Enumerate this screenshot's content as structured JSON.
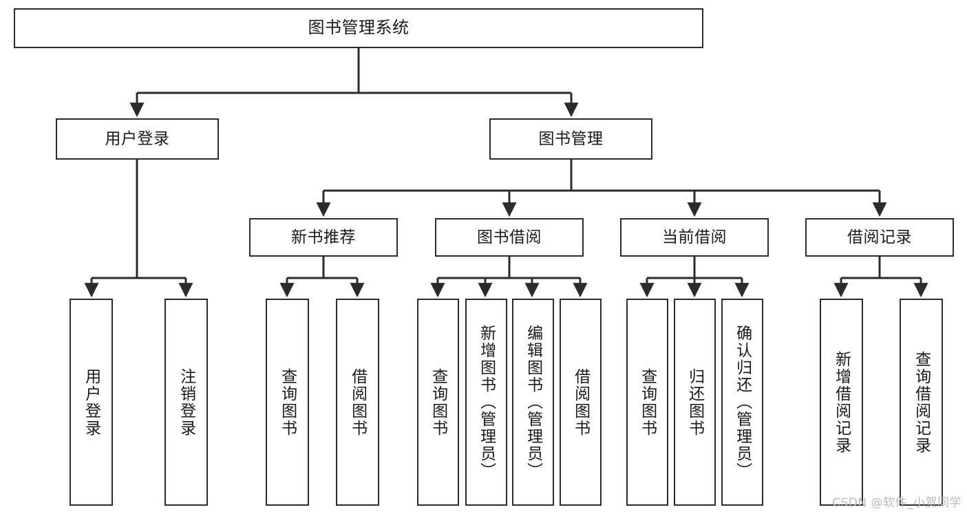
{
  "diagram": {
    "title": "图书管理系统",
    "watermark": "CSDN @软件_小贺同学",
    "colors": {
      "background": "#ffffff",
      "stroke": "#2b2b2b",
      "text": "#1a1a1a",
      "watermark": "#b9b9b9"
    },
    "nodes": {
      "root": {
        "label": "图书管理系统"
      },
      "tier2": [
        {
          "label": "用户登录"
        },
        {
          "label": "图书管理"
        }
      ],
      "tier3": [
        {
          "label": "新书推荐"
        },
        {
          "label": "图书借阅"
        },
        {
          "label": "当前借阅"
        },
        {
          "label": "借阅记录"
        }
      ],
      "leaves_user_login": [
        {
          "label": "用户登录"
        },
        {
          "label": "注销登录"
        }
      ],
      "leaves_new_book": [
        {
          "label": "查询图书"
        },
        {
          "label": "借阅图书"
        }
      ],
      "leaves_borrow": [
        {
          "label": "查询图书"
        },
        {
          "label": "新增图书（管理员）"
        },
        {
          "label": "编辑图书（管理员）"
        },
        {
          "label": "借阅图书"
        }
      ],
      "leaves_current": [
        {
          "label": "查询图书"
        },
        {
          "label": "归还图书"
        },
        {
          "label": "确认归还（管理员）"
        }
      ],
      "leaves_records": [
        {
          "label": "新增借阅记录"
        },
        {
          "label": "查询借阅记录"
        }
      ]
    }
  }
}
